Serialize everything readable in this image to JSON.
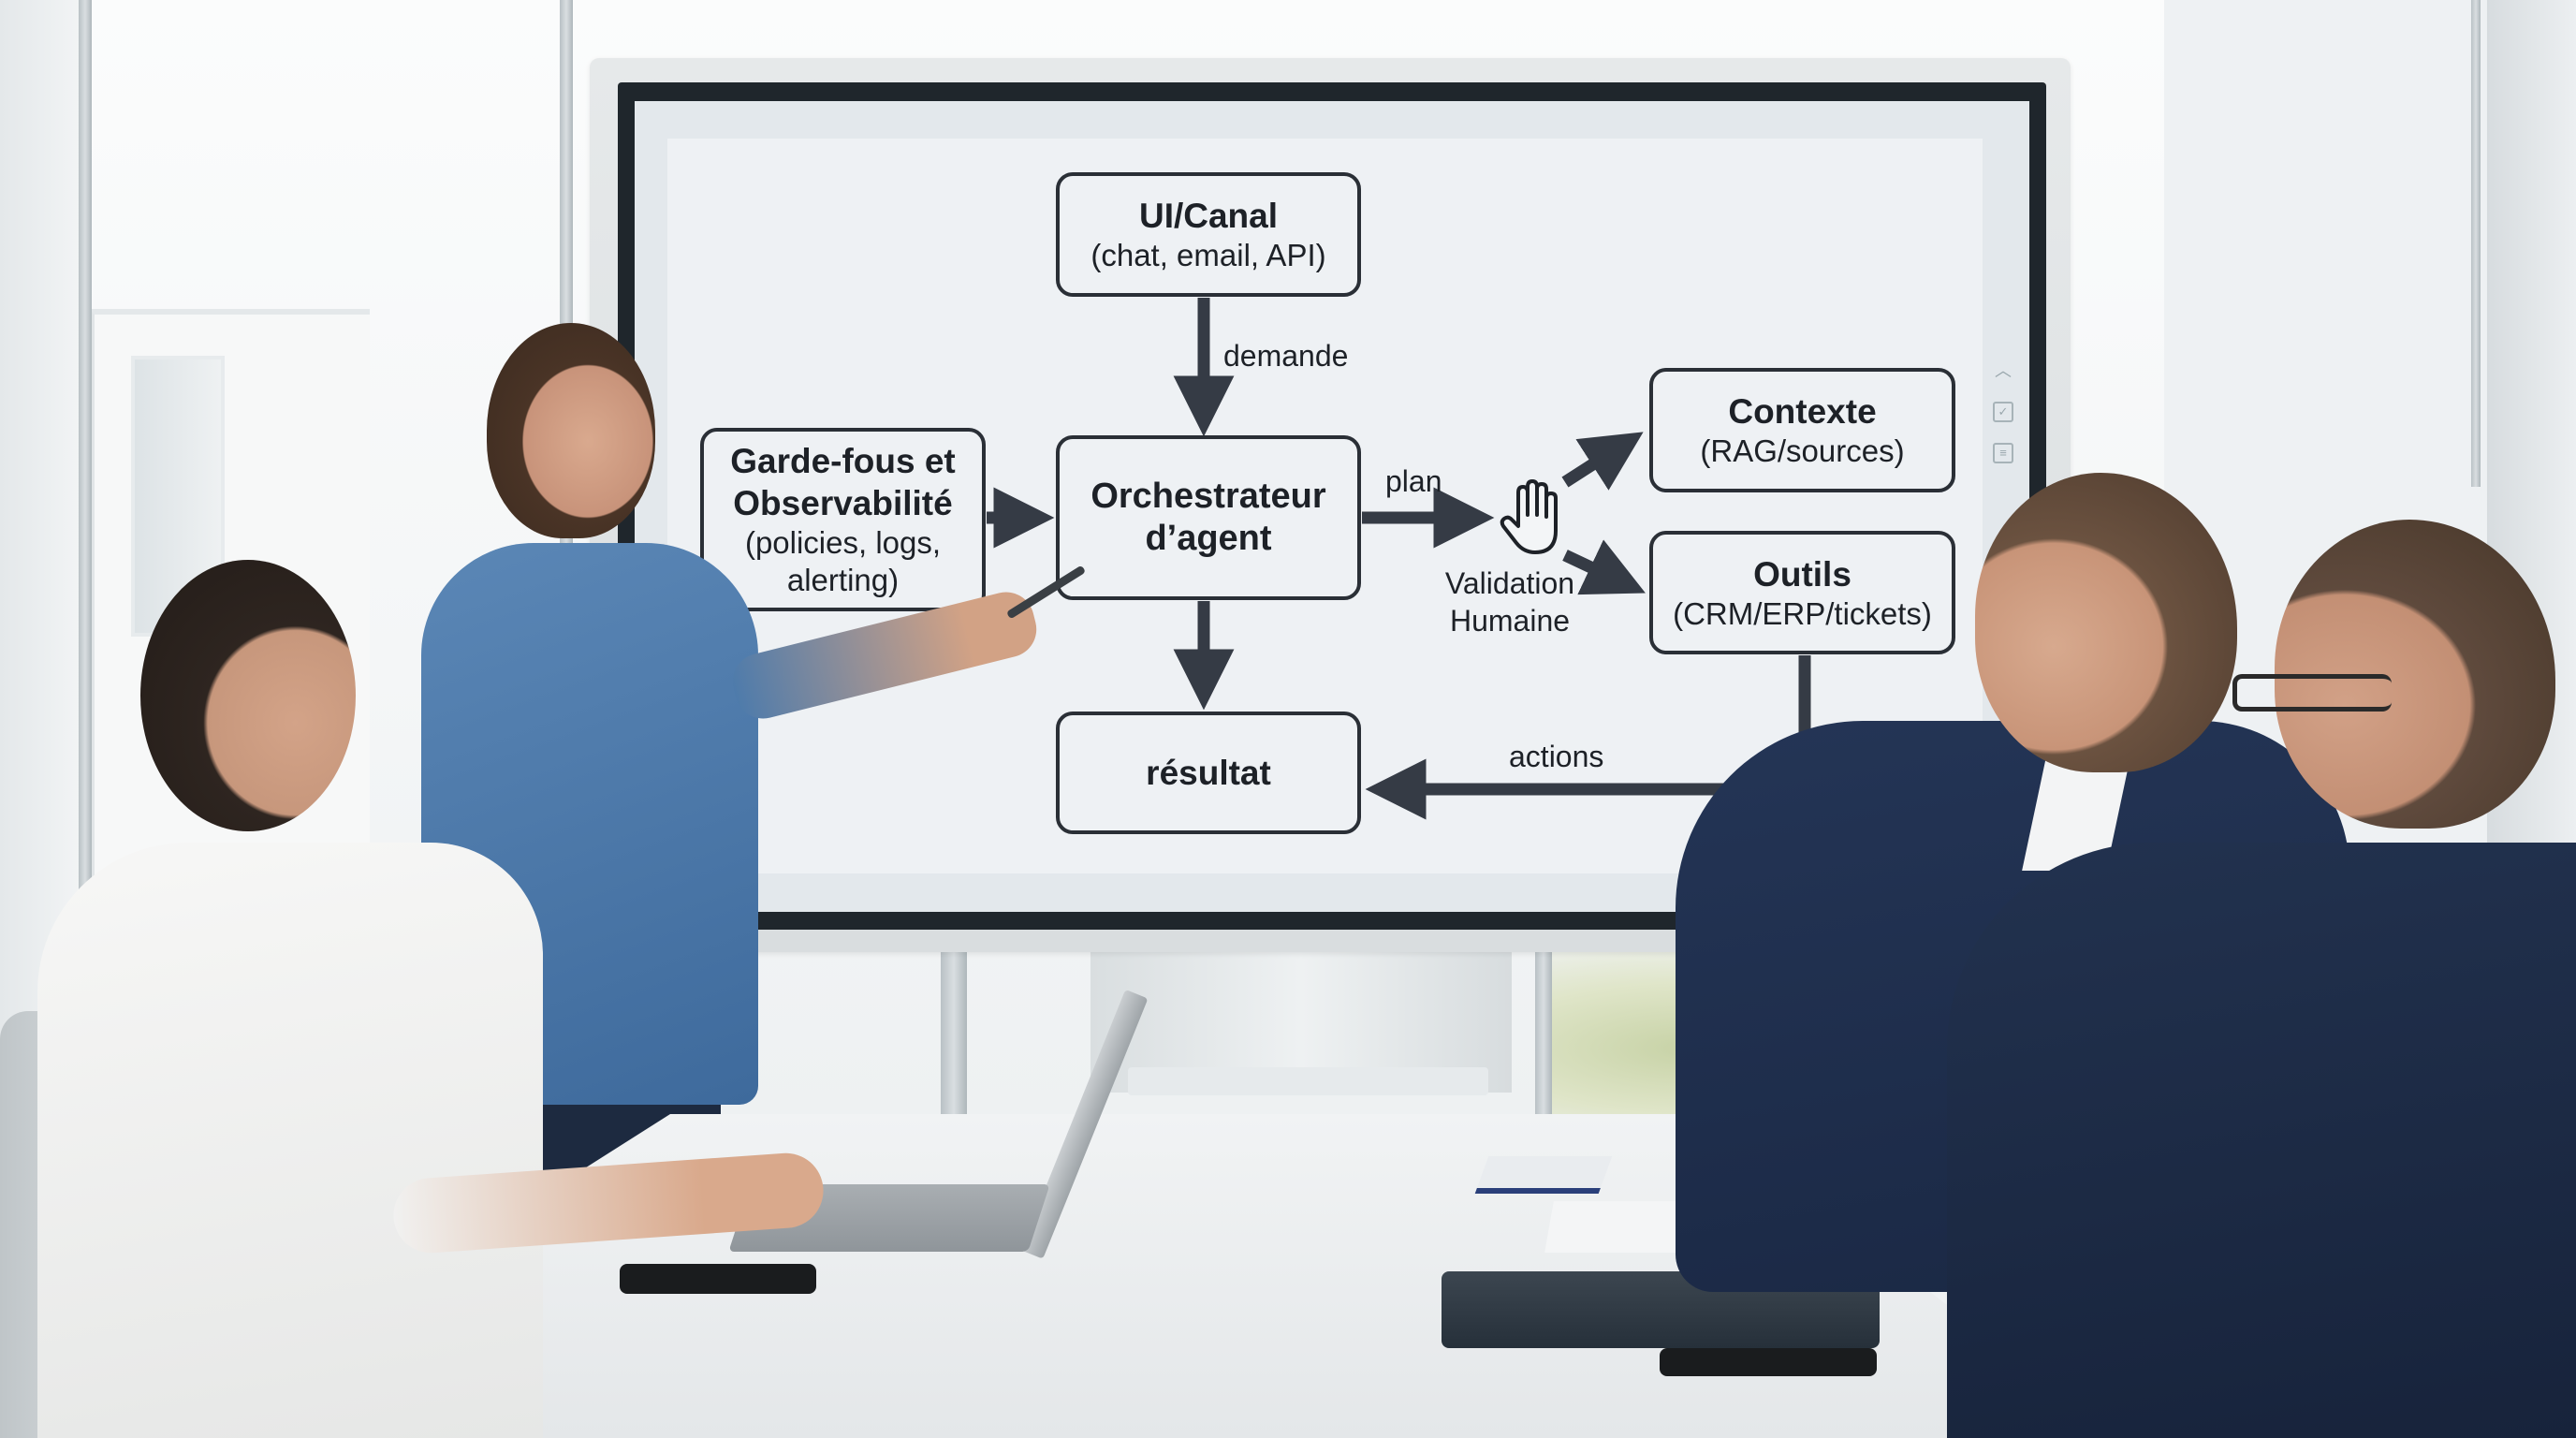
{
  "scene": {
    "description": "Meeting room presentation: a presenter points at a wall display showing an agent-architecture diagram; three colleagues listen at a white table.",
    "colors": {
      "diagram_stroke": "#2a2f36",
      "diagram_arrow": "#353b45",
      "slide_background": "#eef1f4",
      "bezel": "#1f262c",
      "frame": "#dfe2e4"
    }
  },
  "display": {
    "side_toolbar": {
      "icons": [
        "chevron-up-icon",
        "checkbox-icon",
        "document-icon"
      ]
    },
    "soundbar": {
      "indicator_count": 7,
      "has_power_button": true
    }
  },
  "diagram": {
    "nodes": {
      "ui_canal": {
        "title": "UI/Canal",
        "subtitle": "(chat, email, API)"
      },
      "garde_fous": {
        "title_line1": "Garde-fous et",
        "title_line2": "Observabilité",
        "subtitle_line1": "(policies, logs,",
        "subtitle_line2": "alerting)"
      },
      "orchestrateur": {
        "title_line1": "Orchestrateur",
        "title_line2": "d’agent"
      },
      "contexte": {
        "title": "Contexte",
        "subtitle": "(RAG/sources)"
      },
      "outils": {
        "title": "Outils",
        "subtitle": "(CRM/ERP/tickets)"
      },
      "resultat": {
        "title": "résultat"
      }
    },
    "edge_labels": {
      "demande": "demande",
      "plan": "plan",
      "actions": "actions"
    },
    "validation": {
      "icon": "raised-hand-icon",
      "line1": "Validation",
      "line2": "Humaine"
    },
    "edges": [
      {
        "from": "ui_canal",
        "to": "orchestrateur",
        "label": "demande"
      },
      {
        "from": "garde_fous",
        "to": "orchestrateur",
        "label": ""
      },
      {
        "from": "orchestrateur",
        "to": "validation",
        "label": "plan"
      },
      {
        "from": "validation",
        "to": "contexte",
        "label": ""
      },
      {
        "from": "validation",
        "to": "outils",
        "label": ""
      },
      {
        "from": "orchestrateur",
        "to": "resultat",
        "label": ""
      },
      {
        "from": "outils",
        "to": "resultat",
        "label": "actions"
      }
    ]
  },
  "people": [
    {
      "role": "presenter",
      "position": "standing left of display",
      "attire": "blue blazer"
    },
    {
      "role": "attendee",
      "position": "seated front-left",
      "attire": "white blouse"
    },
    {
      "role": "attendee",
      "position": "seated right-center",
      "attire": "navy suit"
    },
    {
      "role": "attendee",
      "position": "seated far right",
      "attire": "navy suit, glasses"
    }
  ],
  "table_items": [
    "laptop",
    "smartphone",
    "clipboard",
    "document",
    "notebook",
    "smartphone"
  ]
}
